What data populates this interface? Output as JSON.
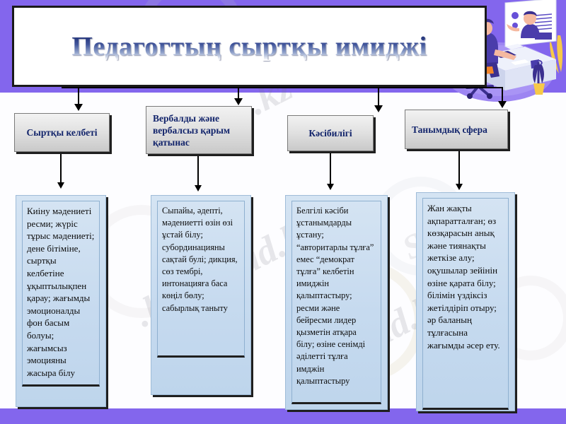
{
  "colors": {
    "band_purple": "#8366ed",
    "title_gradient_top": "#1b2a66",
    "title_gradient_bottom": "#ffffff",
    "category_text": "#12246b",
    "content_panel": "#c6daef",
    "slide_background": "#fdfdff",
    "line_black": "#000000"
  },
  "title": {
    "text": "Педагогтың сыртқы имиджі"
  },
  "watermark": {
    "line1": ".kz – Stud.kz",
    "line2": ".kz – Stud.kz",
    "line3": "Stud.kz",
    "line4": "Stud.kz"
  },
  "illustration": {
    "name": "teacher-video-call-illustration",
    "description": "isometric illustration of a person at a desk on a video call"
  },
  "categories": [
    {
      "id": "appearance",
      "label": "Сыртқы келбеті",
      "align": "center",
      "content": "Киіну мәдениеті ресми; жүріс тұрыс мәдениеті; дене бітіміне, сыртқы келбетіне ұқыптылықпен қарау; жағымды эмоционалды фон басым болуы; жағымсыз эмоцияны жасыра білу"
    },
    {
      "id": "verbal-nonverbal",
      "label": "Вербалды және вербалсыз қарым қатынас",
      "align": "left",
      "content": "Сыпайы, әдепті, мәдениетті өзін өзі ұстай білу; субординацияны сақтай булі; дикция, сөз тембрі, интонацияға баса көңіл бөлу; сабырлық таныту"
    },
    {
      "id": "professionalism",
      "label": "Кәсібилігі",
      "align": "center",
      "content": "Белгілі кәсіби ұстанымдарды ұстану; “авторитарлы тұлға” емес “демократ тұлға” келбетін имиджін қалыптастыру; ресми және бейресми лидер қызметін атқара білу; өзіне сенімді әділетті тұлға имджін қалыптастыру"
    },
    {
      "id": "cognitive-sphere",
      "label": "Танымдық сфера",
      "align": "left",
      "content": "Жан жақты ақпаратталған; өз көзқарасын анық және тиянақты жеткізе алу; оқушылар зейінін өзіне қарата білу; білімін үздіксіз жетілдіріп отыру; әр баланың тұлғасына жағымды әсер ету."
    }
  ]
}
